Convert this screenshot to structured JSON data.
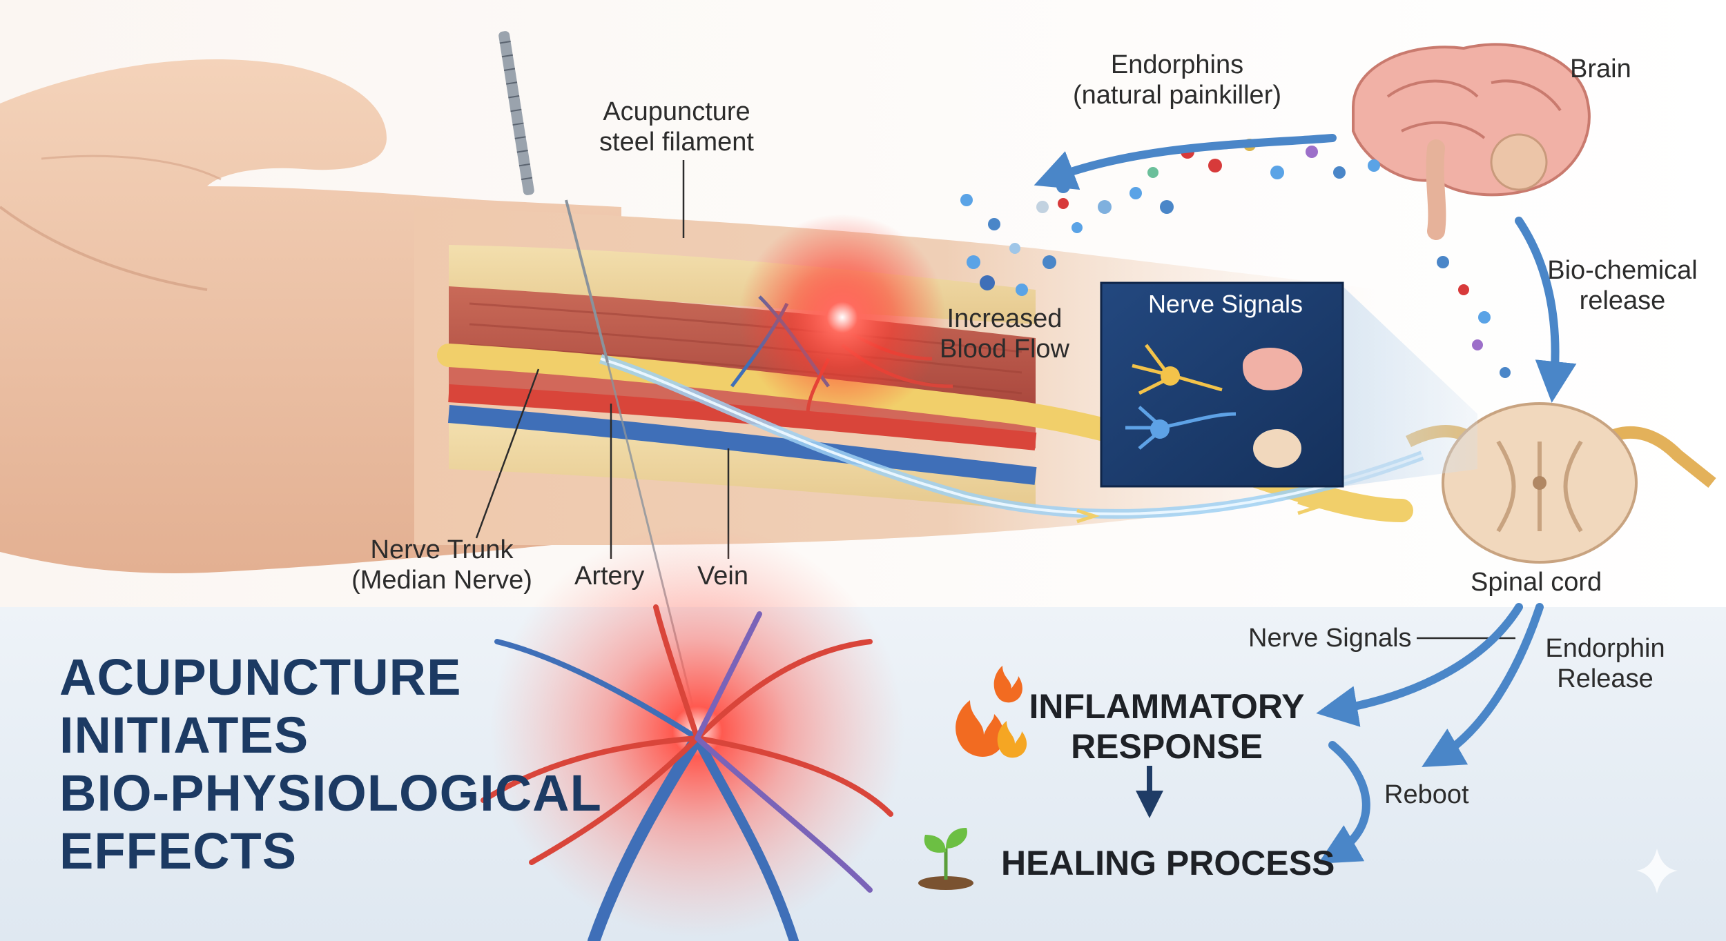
{
  "labels": {
    "filament": [
      "Acupuncture",
      "steel filament"
    ],
    "endorphins": [
      "Endorphins",
      "(natural painkiller)"
    ],
    "brain": "Brain",
    "biochemical": [
      "Bio-chemical",
      "release"
    ],
    "blood_flow": [
      "Increased",
      "Blood Flow"
    ],
    "nerve_signals_inset": "Nerve Signals",
    "nerve_trunk": [
      "Nerve Trunk",
      "(Median Nerve)"
    ],
    "artery": "Artery",
    "vein": "Vein",
    "spinal_cord": "Spinal cord",
    "nerve_signals_lower": "Nerve Signals",
    "endorphin_release": [
      "Endorphin",
      "Release"
    ],
    "reboot": "Reboot"
  },
  "headline": [
    "ACUPUNCTURE",
    "INITIATES",
    "BIO-PHYSIOLOGICAL",
    "EFFECTS"
  ],
  "outcomes": {
    "inflammatory": [
      "INFLAMMATORY",
      "RESPONSE"
    ],
    "healing": "HEALING PROCESS"
  },
  "colors": {
    "headline": "#1c3a63",
    "arrow": "#4a86c8",
    "skin": "#f0c7a6",
    "artery": "#d9453a",
    "vein": "#3f6fb8",
    "nerve": "#f1cf6a",
    "glow": "#ff3b30",
    "inset_bg": "#1d3e72",
    "lower_band": "#e6eef5"
  },
  "icons": [
    "needle-icon",
    "brain-icon",
    "spinal-cord-icon",
    "flame-icon",
    "sprout-icon",
    "sparkle-icon"
  ]
}
